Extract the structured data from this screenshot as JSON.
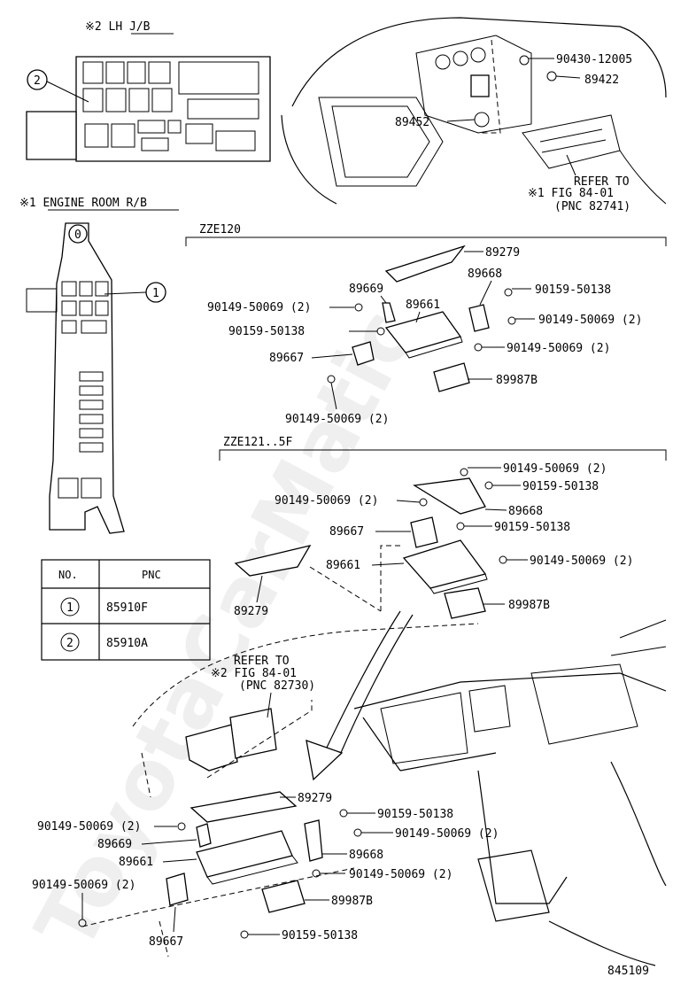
{
  "headers": {
    "lh_jb": "※2 LH J/B",
    "engine_rb": "※1 ENGINE ROOM R/B",
    "zze120": "ZZE120",
    "zze121": "ZZE121..5F"
  },
  "callouts": {
    "c1": "1",
    "c2": "2",
    "c0": "0"
  },
  "pnc_table": {
    "col_no": "NO.",
    "col_pnc": "PNC",
    "rows": [
      {
        "no": "1",
        "pnc": "85910F"
      },
      {
        "no": "2",
        "pnc": "85910A"
      }
    ]
  },
  "refer_top": {
    "line1": "REFER TO",
    "line2": "※1 FIG 84-01",
    "line3": "(PNC 82741)"
  },
  "refer_mid": {
    "line1": "REFER TO",
    "line2": "※2 FIG 84-01",
    "line3": "(PNC 82730)"
  },
  "parts": {
    "p_90430": "90430-12005",
    "p_89422": "89422",
    "p_89452": "89452",
    "a_89279": "89279",
    "a_89668": "89668",
    "a_89669": "89669",
    "a_90149_l1": "90149-50069 (2)",
    "a_89661": "89661",
    "a_90159_r": "90159-50138",
    "a_90149_r1": "90149-50069 (2)",
    "a_90159_l": "90159-50138",
    "a_90149_r2": "90149-50069 (2)",
    "a_89667": "89667",
    "a_89987b": "89987B",
    "a_90149_b": "90149-50069 (2)",
    "b_90149_t": "90149-50069 (2)",
    "b_90159_t": "90159-50138",
    "b_90149_l": "90149-50069 (2)",
    "b_89668": "89668",
    "b_89667": "89667",
    "b_90159_m": "90159-50138",
    "b_89661": "89661",
    "b_90149_r": "90149-50069 (2)",
    "b_89279": "89279",
    "b_89987b": "89987B",
    "c_89279": "89279",
    "c_90159_t": "90159-50138",
    "c_90149_l": "90149-50069 (2)",
    "c_90149_r1": "90149-50069 (2)",
    "c_89669": "89669",
    "c_89668": "89668",
    "c_89661": "89661",
    "c_90149_r2": "90149-50069 (2)",
    "c_90149_bl": "90149-50069 (2)",
    "c_89987b": "89987B",
    "c_90159_b": "90159-50138",
    "c_89667": "89667"
  },
  "figure_number": "845109",
  "watermark": "ToyotaCarMatic"
}
